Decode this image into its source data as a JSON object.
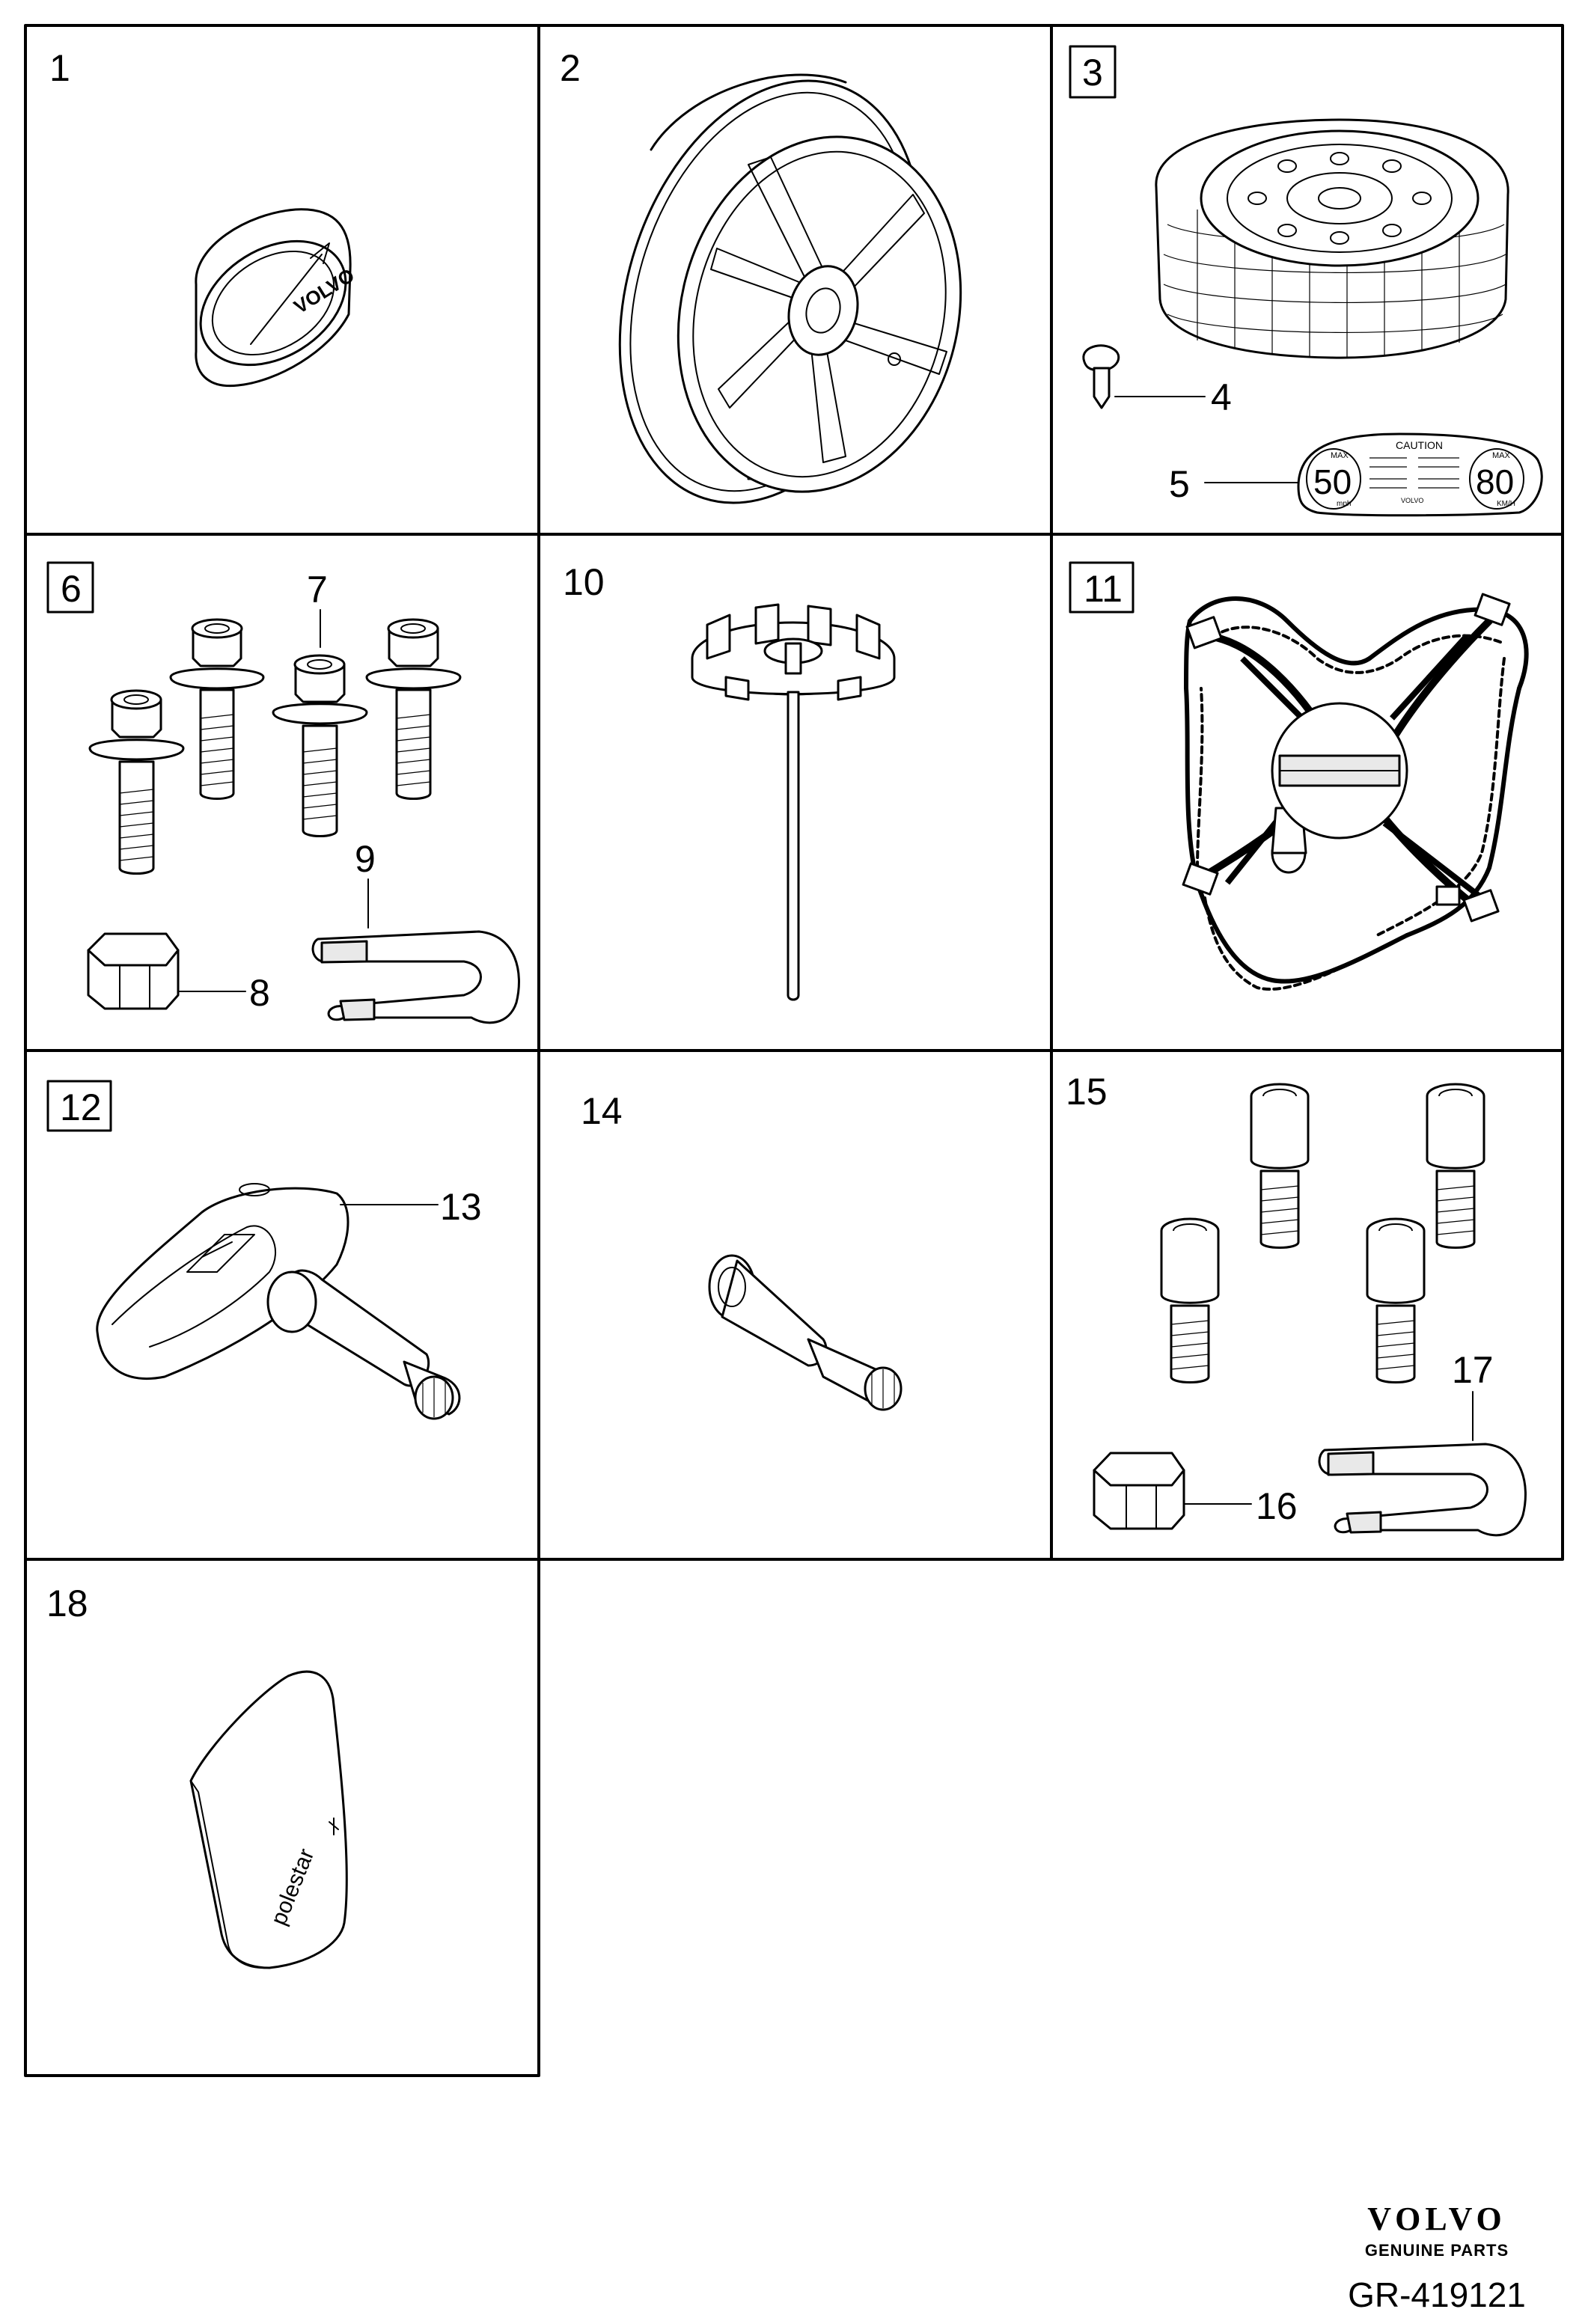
{
  "labels": {
    "p1": "1",
    "p2": "2",
    "p3": "3",
    "p4": "4",
    "p5": "5",
    "p6": "6",
    "p7": "7",
    "p8": "8",
    "p9": "9",
    "p10": "10",
    "p11": "11",
    "p12": "12",
    "p13": "13",
    "p14": "14",
    "p15": "15",
    "p16": "16",
    "p17": "17",
    "p18": "18"
  },
  "emblem": {
    "cap_text": "VOLVO"
  },
  "decal": {
    "caution": "CAUTION",
    "mph_value": "50",
    "mph_unit": "mph",
    "kmh_value": "80",
    "kmh_unit": "KM/H",
    "max_left": "MAX",
    "max_right": "MAX",
    "brand": "VOLVO"
  },
  "pad": {
    "text": "polestar"
  },
  "footer": {
    "brand": "VOLVO",
    "sub": "GENUINE PARTS",
    "ref": "GR-419121"
  },
  "colors": {
    "line": "#000000",
    "background": "#ffffff",
    "shade": "#e9e9e9"
  }
}
